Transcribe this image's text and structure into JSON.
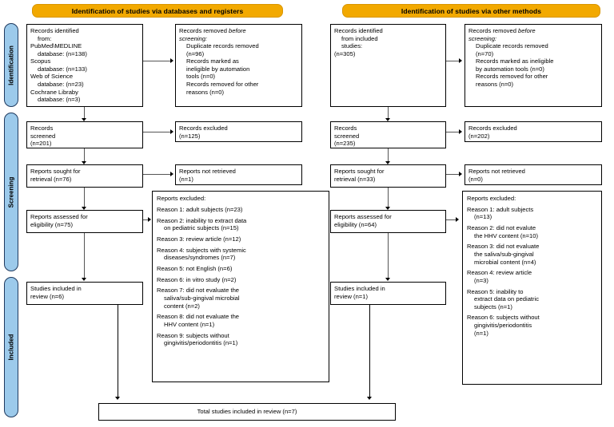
{
  "banners": {
    "left": "Identification of studies via databases and registers",
    "right": "Identification of studies via other methods"
  },
  "stages": [
    {
      "id": "identification",
      "label": "Identification"
    },
    {
      "id": "screening",
      "label": "Screening"
    },
    {
      "id": "included",
      "label": "Included"
    }
  ],
  "left_column": {
    "identified": {
      "line1": "Records identified",
      "line2": "from:",
      "line3": "PubMed\\MEDLINE",
      "line4": "database: (n=138)",
      "line5": "Scopus",
      "line6": "database: (n=133)",
      "line7": "Web of Science",
      "line8": "database: (n=23)",
      "line9": "Cochrane Libraby",
      "line10": "database: (n=3)"
    },
    "removed": {
      "title_a": "Records removed ",
      "title_b": "before",
      "title_c": "screening:",
      "line1": "Duplicate records removed",
      "line2": "(n=96)",
      "line3": "Records marked as",
      "line4": "ineligible by automation",
      "line5": "tools (n=0)",
      "line6": "Records removed for other",
      "line7": "reasons (n=0)"
    },
    "screened": {
      "line1": "Records",
      "line2": "screened",
      "line3": "(n=201)"
    },
    "excluded": {
      "line1": "Records excluded",
      "line2": "(n=125)"
    },
    "sought": {
      "line1": "Reports sought for",
      "line2": "retrieval (n=76)"
    },
    "not_retrieved": {
      "line1": "Reports not retrieved",
      "line2": "(n=1)"
    },
    "assessed": {
      "line1": "Reports assessed for",
      "line2": "eligibility  (n=75)"
    },
    "reports_excluded": {
      "title": "Reports excluded:",
      "reasons": [
        {
          "a": "Reason 1: adult subjects (n=23)",
          "b": "",
          "c": ""
        },
        {
          "a": "Reason 2: inability to extract data",
          "b": "on pediatric subjects (n=15)",
          "c": ""
        },
        {
          "a": "Reason 3: review article (n=12)",
          "b": "",
          "c": ""
        },
        {
          "a": "Reason 4: subjects with systemic",
          "b": "diseases/syndromes (n=7)",
          "c": ""
        },
        {
          "a": "Reason 5: not English (n=6)",
          "b": "",
          "c": ""
        },
        {
          "a": "Reason 6: in vitro study (n=2)",
          "b": "",
          "c": ""
        },
        {
          "a": "Reason 7: did not evaluate the",
          "b": "saliva/sub-gingival microbial",
          "c": "content (n=2)"
        },
        {
          "a": "Reason 8: did not evaluate the",
          "b": "HHV content (n=1)",
          "c": ""
        },
        {
          "a": "Reason 9: subjects without",
          "b": "gingivitis/periodontitis (n=1)",
          "c": ""
        }
      ]
    },
    "included": {
      "line1": "Studies included in",
      "line2": "review (n=6)"
    }
  },
  "right_column": {
    "identified": {
      "line1": "Records identified",
      "line2": "from included",
      "line3": "studies:",
      "line4": "(n=305)"
    },
    "removed": {
      "title_a": "Records removed ",
      "title_b": "before",
      "title_c": "screening:",
      "line1": "Duplicate records removed",
      "line2": "(n=70)",
      "line3": "Records marked as ineligible",
      "line4": "by automation tools (n=0)",
      "line5": "Records removed for other",
      "line6": "reasons (n=0)"
    },
    "screened": {
      "line1": "Records",
      "line2": "screened",
      "line3": "(n=235)"
    },
    "excluded": {
      "line1": "Records excluded",
      "line2": "(n=202)"
    },
    "sought": {
      "line1": "Reports sought for",
      "line2": "retrieval (n=33)"
    },
    "not_retrieved": {
      "line1": "Reports not retrieved",
      "line2": "(n=0)"
    },
    "assessed": {
      "line1": "Reports assessed for",
      "line2": "eligibility  (n=64)"
    },
    "reports_excluded": {
      "title": "Reports excluded:",
      "reasons": [
        {
          "a": "Reason 1: adult subjects",
          "b": "(n=13)",
          "c": ""
        },
        {
          "a": "Reason 2: did not evalute",
          "b": "the HHV content (n=10)",
          "c": ""
        },
        {
          "a": "Reason 3: did not evaluate",
          "b": "the saliva/sub-gingival",
          "c": "microbial content (n=4)"
        },
        {
          "a": "Reason 4: review article",
          "b": "(n=3)",
          "c": ""
        },
        {
          "a": "Reason 5: inability to",
          "b": "extract data on pediatric",
          "c": "subjects (n=1)"
        },
        {
          "a": "Reason 6: subjects without",
          "b": "gingivitis/periodontitis",
          "c": "(n=1)"
        }
      ]
    },
    "included": {
      "line1": "Studies included in",
      "line2": "review (n=1)"
    }
  },
  "total": {
    "label": "Total studies included in review (n=7)"
  },
  "colors": {
    "banner": "#f2a900",
    "rail": "#9ccaeb",
    "rail_border": "#1f3a5f",
    "box_border": "#000000",
    "background": "#ffffff"
  }
}
